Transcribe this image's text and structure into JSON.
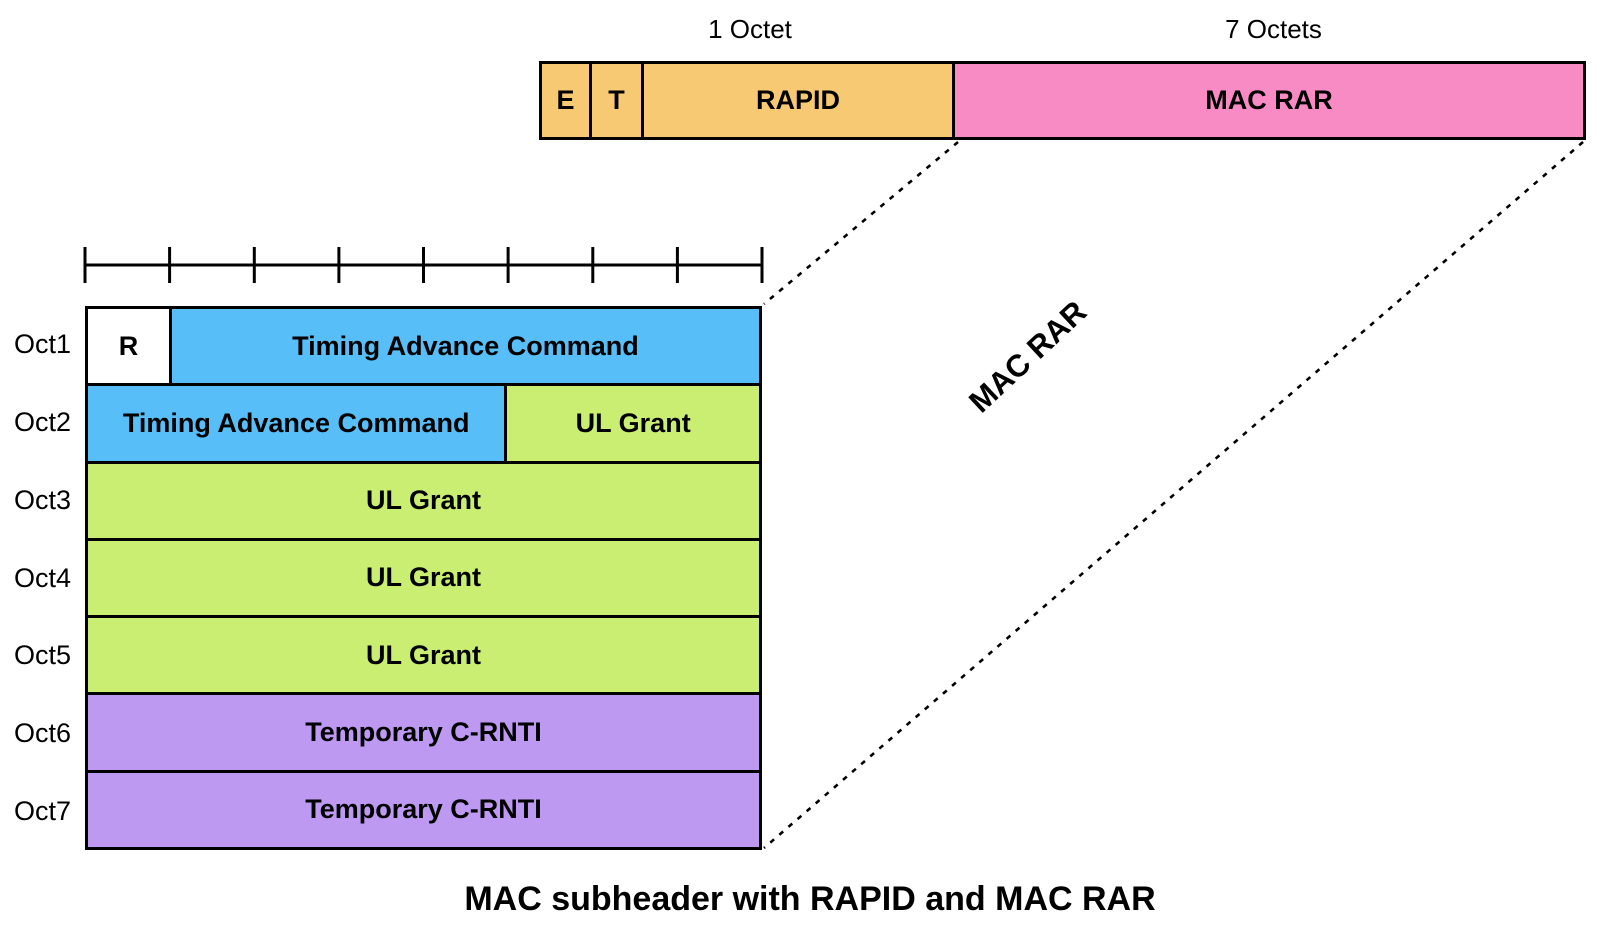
{
  "caption": "MAC subheader with RAPID and MAC RAR",
  "colors": {
    "orange": "#F8C973",
    "pink": "#F98BC4",
    "blue": "#57BEF7",
    "green": "#C9EE71",
    "purple": "#BD99F2",
    "white": "#FFFFFF",
    "line": "#000000"
  },
  "subheader_bar": {
    "octet1_label": "1 Octet",
    "octets7_label": "7 Octets",
    "cells": [
      {
        "label": "E"
      },
      {
        "label": "T"
      },
      {
        "label": "RAPID"
      },
      {
        "label": "MAC RAR"
      }
    ]
  },
  "mac_rar_callout_label": "MAC RAR",
  "octet_table": {
    "bit_ticks": 9,
    "rows": [
      {
        "label": "Oct1",
        "cells": [
          {
            "text": "R",
            "bits": 1
          },
          {
            "text": "Timing Advance Command",
            "bits": 7
          }
        ]
      },
      {
        "label": "Oct2",
        "cells": [
          {
            "text": "Timing Advance Command",
            "bits": 5
          },
          {
            "text": "UL Grant",
            "bits": 3
          }
        ]
      },
      {
        "label": "Oct3",
        "cells": [
          {
            "text": "UL Grant",
            "bits": 8
          }
        ]
      },
      {
        "label": "Oct4",
        "cells": [
          {
            "text": "UL Grant",
            "bits": 8
          }
        ]
      },
      {
        "label": "Oct5",
        "cells": [
          {
            "text": "UL Grant",
            "bits": 8
          }
        ]
      },
      {
        "label": "Oct6",
        "cells": [
          {
            "text": "Temporary C-RNTI",
            "bits": 8
          }
        ]
      },
      {
        "label": "Oct7",
        "cells": [
          {
            "text": "Temporary C-RNTI",
            "bits": 8
          }
        ]
      }
    ]
  }
}
